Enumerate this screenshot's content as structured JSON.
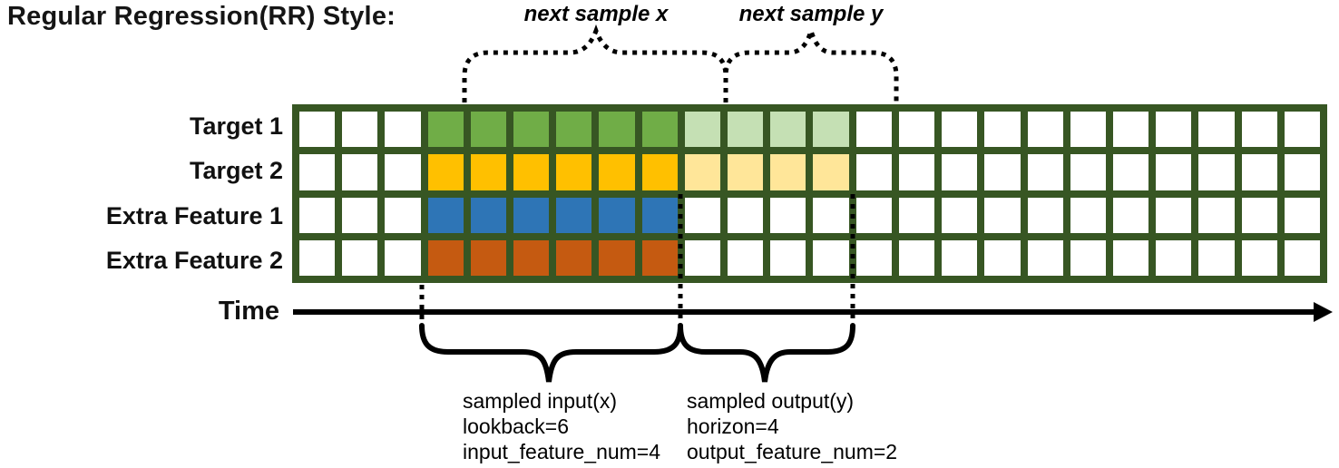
{
  "title": "Regular Regression(RR) Style:",
  "colors": {
    "border": "#375623",
    "white": "#ffffff",
    "green": "#70AD47",
    "lightGreen": "#C5E0B4",
    "gold": "#FFC000",
    "lightGold": "#FFE699",
    "blue": "#2E75B6",
    "orange": "#C55A11",
    "ink": "#000000"
  },
  "annotations": {
    "next_sample_x": "next sample x",
    "next_sample_y": "next sample y"
  },
  "grid": {
    "columns": 24,
    "rows": [
      {
        "label": "Target 1",
        "cells": [
          "white",
          "white",
          "white",
          "green",
          "green",
          "green",
          "green",
          "green",
          "green",
          "lightGreen",
          "lightGreen",
          "lightGreen",
          "lightGreen",
          "white",
          "white",
          "white",
          "white",
          "white",
          "white",
          "white",
          "white",
          "white",
          "white",
          "white"
        ]
      },
      {
        "label": "Target 2",
        "cells": [
          "white",
          "white",
          "white",
          "gold",
          "gold",
          "gold",
          "gold",
          "gold",
          "gold",
          "lightGold",
          "lightGold",
          "lightGold",
          "lightGold",
          "white",
          "white",
          "white",
          "white",
          "white",
          "white",
          "white",
          "white",
          "white",
          "white",
          "white"
        ]
      },
      {
        "label": "Extra Feature 1",
        "cells": [
          "white",
          "white",
          "white",
          "blue",
          "blue",
          "blue",
          "blue",
          "blue",
          "blue",
          "white",
          "white",
          "white",
          "white",
          "white",
          "white",
          "white",
          "white",
          "white",
          "white",
          "white",
          "white",
          "white",
          "white",
          "white"
        ]
      },
      {
        "label": "Extra Feature 2",
        "cells": [
          "white",
          "white",
          "white",
          "orange",
          "orange",
          "orange",
          "orange",
          "orange",
          "orange",
          "white",
          "white",
          "white",
          "white",
          "white",
          "white",
          "white",
          "white",
          "white",
          "white",
          "white",
          "white",
          "white",
          "white",
          "white"
        ]
      }
    ]
  },
  "time_axis": {
    "label": "Time"
  },
  "sample_info": {
    "input": {
      "lines": [
        "sampled input(x)",
        "lookback=6",
        "input_feature_num=4"
      ]
    },
    "output": {
      "lines": [
        "sampled output(y)",
        "horizon=4",
        "output_feature_num=2"
      ]
    }
  }
}
